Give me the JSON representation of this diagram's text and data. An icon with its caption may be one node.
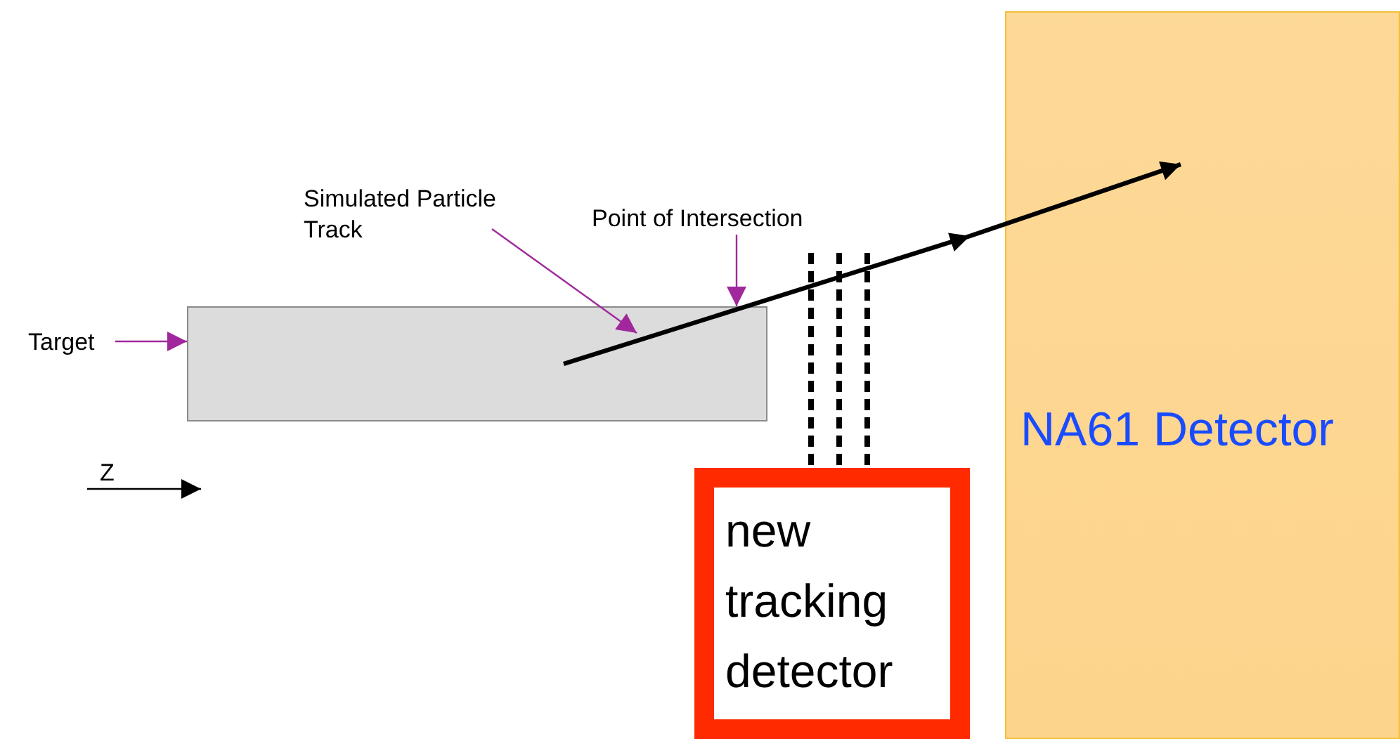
{
  "diagram": {
    "nodes": [
      {
        "text": [
          "Target"
        ]
      },
      {
        "text": [],
        "shape": "box"
      },
      {
        "text": [
          "Simulated Particle Track"
        ]
      },
      {
        "text": [
          "Point of Intersection"
        ]
      },
      {
        "text": [
          "NA61 Detector"
        ]
      },
      {
        "text": [
          "new tracking detector"
        ]
      }
    ],
    "edges": [
      {
        "from": 0,
        "to": 1,
        "arrow": "to"
      },
      {
        "from": 2,
        "to": 1,
        "arrow": "to"
      },
      {
        "from": 3,
        "to": 1,
        "arrow": "to"
      },
      {
        "from": 1,
        "to": 4,
        "arrow": "to",
        "style": "thick",
        "color": "#000000"
      }
    ],
    "labels": [
      "Z"
    ]
  }
}
